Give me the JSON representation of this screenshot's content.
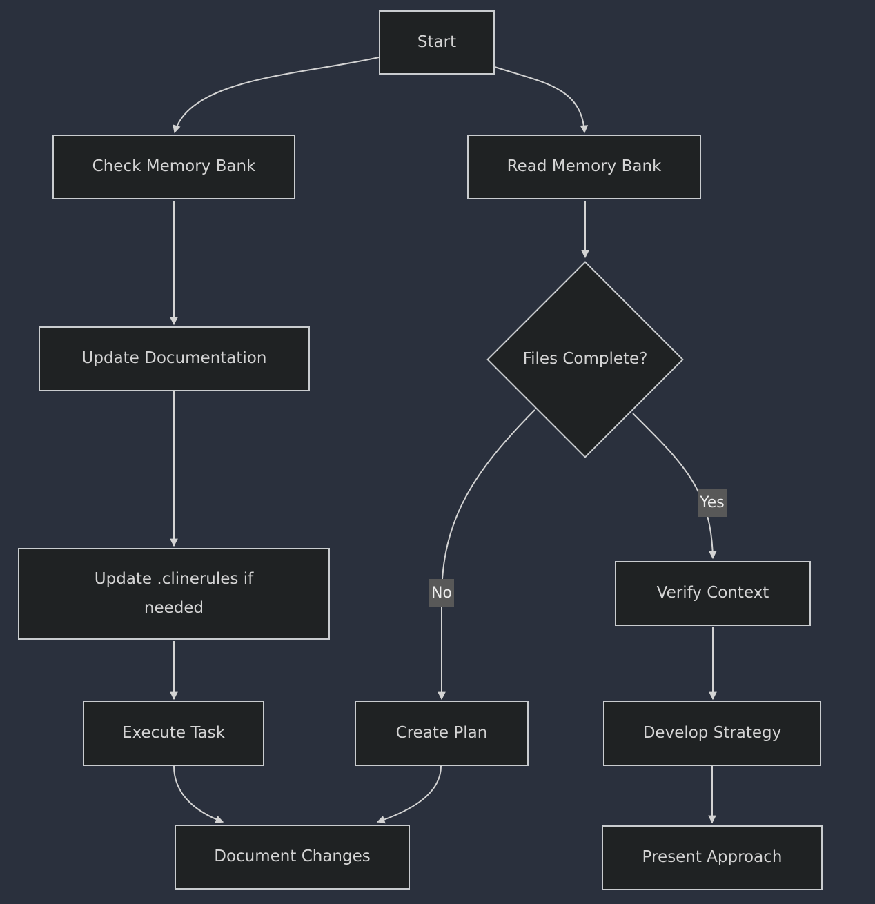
{
  "diagram": {
    "type": "flowchart",
    "direction": "top-down",
    "nodes": {
      "start": {
        "label": "Start",
        "shape": "rectangle"
      },
      "check_memory_bank": {
        "label": "Check Memory Bank",
        "shape": "rectangle"
      },
      "read_memory_bank": {
        "label": "Read Memory Bank",
        "shape": "rectangle"
      },
      "update_documentation": {
        "label": "Update Documentation",
        "shape": "rectangle"
      },
      "files_complete": {
        "label": "Files Complete?",
        "shape": "diamond"
      },
      "update_clinerules": {
        "label": "Update .clinerules if needed",
        "shape": "rectangle"
      },
      "verify_context": {
        "label": "Verify Context",
        "shape": "rectangle"
      },
      "execute_task": {
        "label": "Execute Task",
        "shape": "rectangle"
      },
      "create_plan": {
        "label": "Create Plan",
        "shape": "rectangle"
      },
      "develop_strategy": {
        "label": "Develop Strategy",
        "shape": "rectangle"
      },
      "document_changes": {
        "label": "Document Changes",
        "shape": "rectangle"
      },
      "present_approach": {
        "label": "Present Approach",
        "shape": "rectangle"
      }
    },
    "edge_labels": {
      "yes": "Yes",
      "no": "No"
    },
    "edges": [
      {
        "from": "start",
        "to": "check_memory_bank",
        "label": ""
      },
      {
        "from": "start",
        "to": "read_memory_bank",
        "label": ""
      },
      {
        "from": "check_memory_bank",
        "to": "update_documentation",
        "label": ""
      },
      {
        "from": "update_documentation",
        "to": "update_clinerules",
        "label": ""
      },
      {
        "from": "update_clinerules",
        "to": "execute_task",
        "label": ""
      },
      {
        "from": "execute_task",
        "to": "document_changes",
        "label": ""
      },
      {
        "from": "read_memory_bank",
        "to": "files_complete",
        "label": ""
      },
      {
        "from": "files_complete",
        "to": "create_plan",
        "label": "No"
      },
      {
        "from": "files_complete",
        "to": "verify_context",
        "label": "Yes"
      },
      {
        "from": "create_plan",
        "to": "document_changes",
        "label": ""
      },
      {
        "from": "verify_context",
        "to": "develop_strategy",
        "label": ""
      },
      {
        "from": "develop_strategy",
        "to": "present_approach",
        "label": ""
      }
    ]
  },
  "colors": {
    "background": "#2a303d",
    "node_fill": "#1f2223",
    "node_border": "#c9cccf",
    "node_text": "#d4d4d4",
    "edge": "#d3d3d3",
    "edge_label_bg": "#585858",
    "edge_label_text": "#eeeeee"
  }
}
